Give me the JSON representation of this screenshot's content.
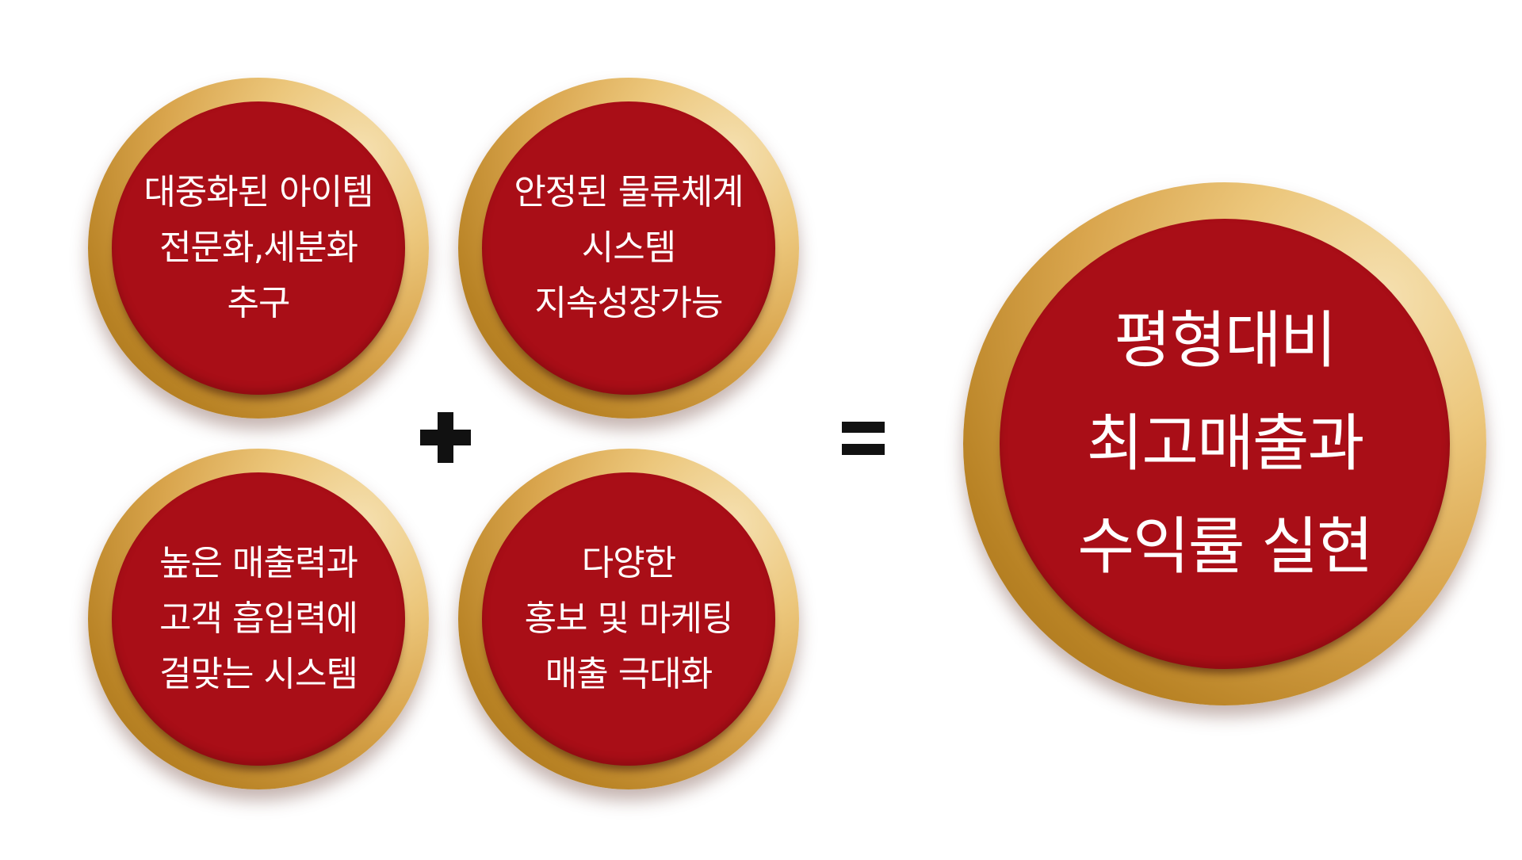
{
  "inputs": [
    {
      "lines": [
        "대중화된 아이템",
        "전문화,세분화",
        "추구"
      ]
    },
    {
      "lines": [
        "안정된 물류체계",
        "시스템",
        "지속성장가능"
      ]
    },
    {
      "lines": [
        "높은 매출력과",
        "고객 흡입력에",
        "걸맞는 시스템"
      ]
    },
    {
      "lines": [
        "다양한",
        "홍보 및 마케팅",
        "매출 극대화"
      ]
    }
  ],
  "result": {
    "lines": [
      "평형대비",
      "최고매출과",
      "수익률 실현"
    ]
  },
  "colors": {
    "circle_fill": "#a90e17",
    "ring_gold": "#d9a54d",
    "ring_highlight": "#f5e0b0",
    "text": "#ffffff",
    "operator": "#111111"
  },
  "operators": {
    "plus": "plus-sign",
    "equals": "equals-sign"
  }
}
